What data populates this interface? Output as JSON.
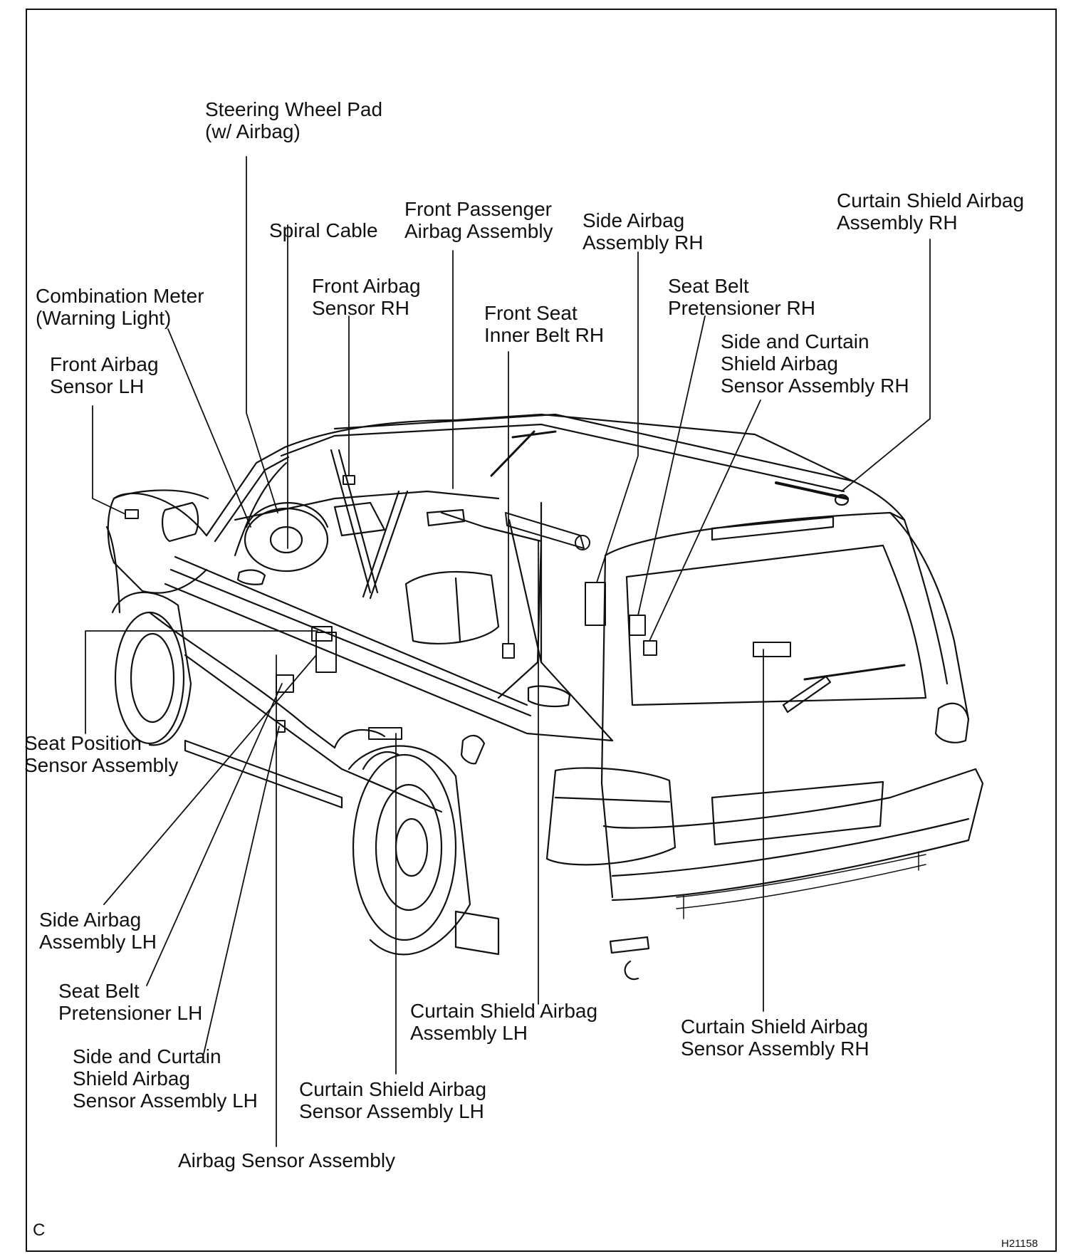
{
  "labels": {
    "steering_wheel_pad": [
      "Steering Wheel Pad",
      "(w/ Airbag)"
    ],
    "spiral_cable": [
      "Spiral Cable"
    ],
    "front_passenger_airbag": [
      "Front Passenger",
      "Airbag Assembly"
    ],
    "side_airbag_rh": [
      "Side Airbag",
      "Assembly RH"
    ],
    "curtain_airbag_rh": [
      "Curtain Shield Airbag",
      "Assembly RH"
    ],
    "combination_meter": [
      "Combination Meter",
      "(Warning Light)"
    ],
    "front_airbag_sensor_rh": [
      "Front Airbag",
      "Sensor RH"
    ],
    "front_seat_inner_belt_rh": [
      "Front Seat",
      "Inner Belt RH"
    ],
    "seat_belt_pretensioner_rh": [
      "Seat Belt",
      "Pretensioner RH"
    ],
    "side_curtain_sensor_rh": [
      "Side and Curtain",
      "Shield Airbag",
      "Sensor Assembly RH"
    ],
    "front_airbag_sensor_lh": [
      "Front Airbag",
      "Sensor LH"
    ],
    "seat_position_sensor": [
      "Seat Position",
      "Sensor Assembly"
    ],
    "side_airbag_lh": [
      "Side Airbag",
      "Assembly LH"
    ],
    "seat_belt_pretensioner_lh": [
      "Seat Belt",
      "Pretensioner LH"
    ],
    "side_curtain_sensor_lh": [
      "Side and Curtain",
      "Shield Airbag",
      "Sensor Assembly LH"
    ],
    "curtain_airbag_lh": [
      "Curtain Shield Airbag",
      "Assembly LH"
    ],
    "curtain_sensor_lh": [
      "Curtain Shield Airbag",
      "Sensor Assembly LH"
    ],
    "curtain_sensor_rh": [
      "Curtain Shield Airbag",
      "Sensor Assembly RH"
    ],
    "airbag_sensor_assembly": [
      "Airbag Sensor Assembly"
    ]
  },
  "corner_letter": "C",
  "figure_code": "H21158"
}
